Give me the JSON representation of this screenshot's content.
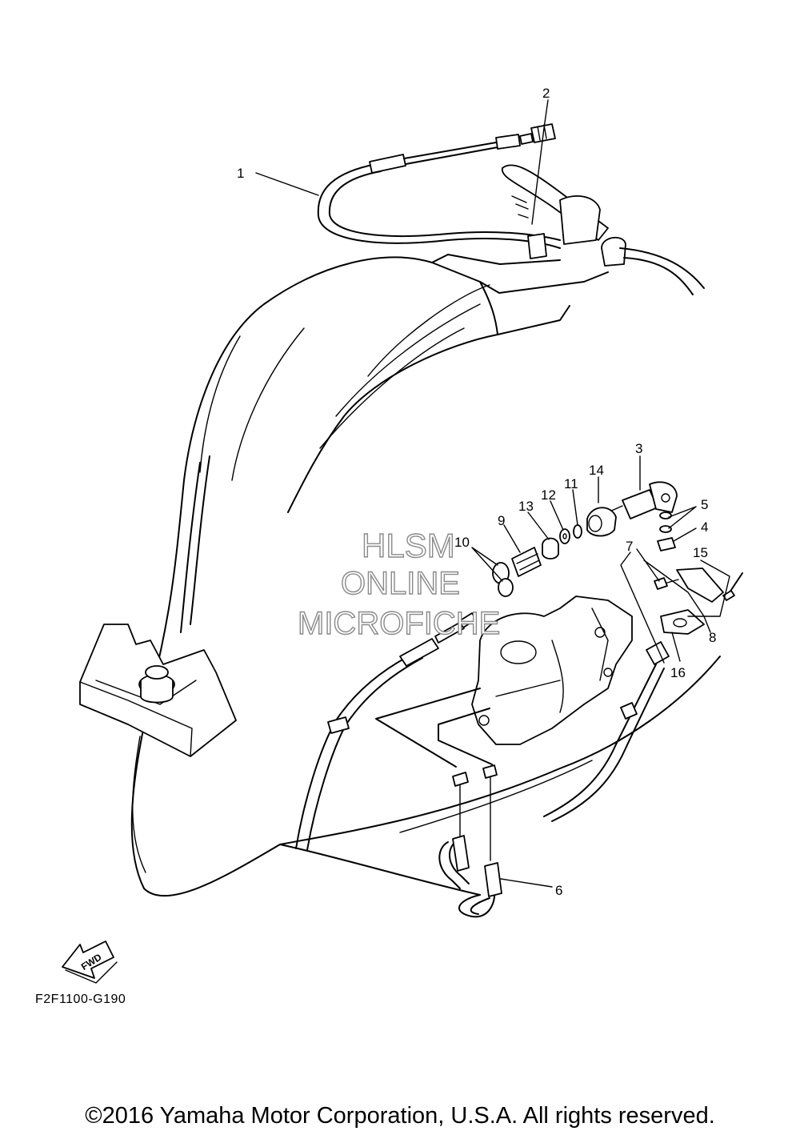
{
  "callouts": [
    "1",
    "2",
    "3",
    "4",
    "5",
    "6",
    "7",
    "8",
    "9",
    "10",
    "11",
    "12",
    "13",
    "14",
    "15",
    "16"
  ],
  "watermark": {
    "line1": "HLSM",
    "line2": "ONLINE",
    "line3": "MICROFICHE"
  },
  "arrow_label": "FWD",
  "drawing_code": "F2F1100-G190",
  "copyright": "©2016 Yamaha Motor Corporation, U.S.A. All rights reserved."
}
